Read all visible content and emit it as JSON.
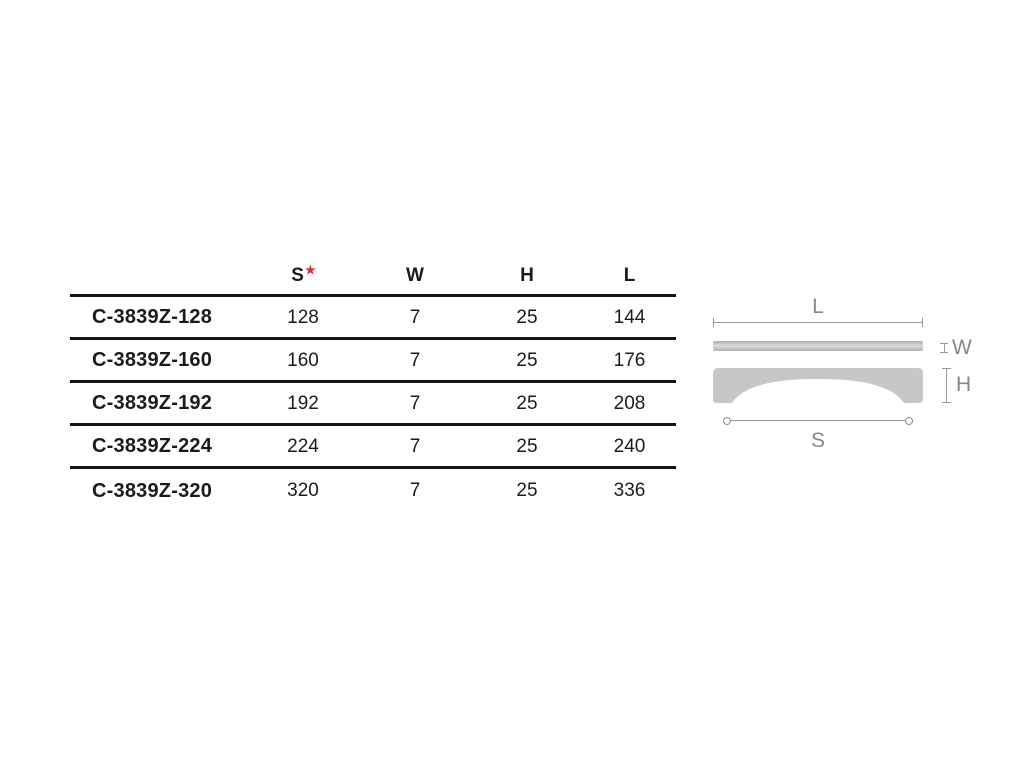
{
  "table": {
    "header": {
      "code": "",
      "s": "S",
      "s_mark": "★",
      "w": "W",
      "h": "H",
      "l": "L"
    },
    "rows": [
      {
        "code": "C-3839Z-128",
        "s": "128",
        "w": "7",
        "h": "25",
        "l": "144"
      },
      {
        "code": "C-3839Z-160",
        "s": "160",
        "w": "7",
        "h": "25",
        "l": "176"
      },
      {
        "code": "C-3839Z-192",
        "s": "192",
        "w": "7",
        "h": "25",
        "l": "208"
      },
      {
        "code": "C-3839Z-224",
        "s": "224",
        "w": "7",
        "h": "25",
        "l": "240"
      },
      {
        "code": "C-3839Z-320",
        "s": "320",
        "w": "7",
        "h": "25",
        "l": "336"
      }
    ]
  },
  "diagram": {
    "labels": {
      "length": "L",
      "width": "W",
      "height": "H",
      "spacing": "S"
    },
    "colors": {
      "handle_fill": "#c5c7c9",
      "dim_line": "#96999c",
      "label_text": "#84888b"
    }
  },
  "colors": {
    "background": "#ffffff",
    "table_text": "#1b1b1b",
    "table_rule": "#151515",
    "accent_red": "#cf2e3e"
  }
}
